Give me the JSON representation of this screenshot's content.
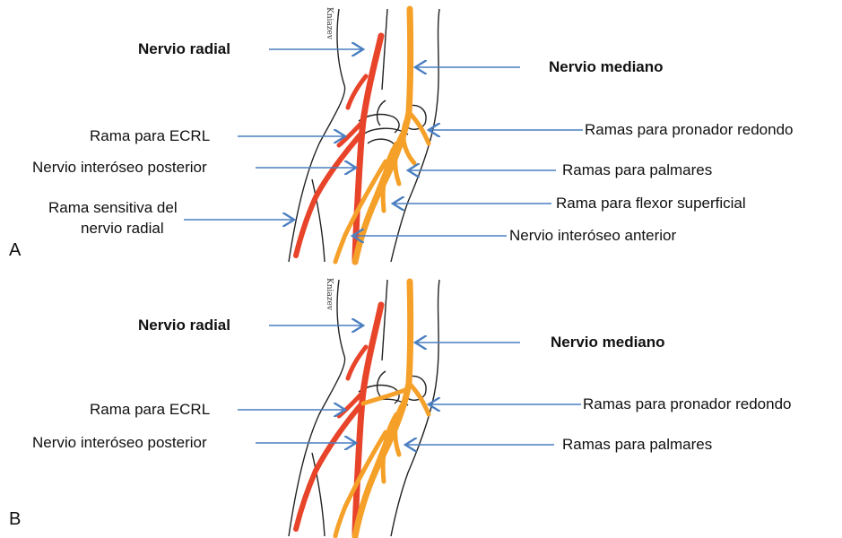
{
  "panels": [
    {
      "letter": "A",
      "signature": "Kniazev",
      "labels": {
        "radial": "Nervio radial",
        "median": "Nervio mediano",
        "ecrl": "Rama para ECRL",
        "pin": "Nervio interóseo posterior",
        "sensory_line1": "Rama sensitiva del",
        "sensory_line2": "nervio radial",
        "pronator": "Ramas para pronador redondo",
        "palmar": "Ramas para palmares",
        "fds": "Rama para flexor superficial",
        "ain": "Nervio interóseo anterior"
      }
    },
    {
      "letter": "B",
      "signature": "Kniazev",
      "labels": {
        "radial": "Nervio radial",
        "median": "Nervio mediano",
        "ecrl": "Rama para ECRL",
        "pin": "Nervio interóseo posterior",
        "pronator": "Ramas para pronador redondo",
        "palmar": "Ramas para palmares"
      }
    }
  ],
  "colors": {
    "radial_nerve": "#e8442a",
    "median_nerve": "#f5a028",
    "arrow": "#4a7fc1",
    "outline": "#222222"
  }
}
